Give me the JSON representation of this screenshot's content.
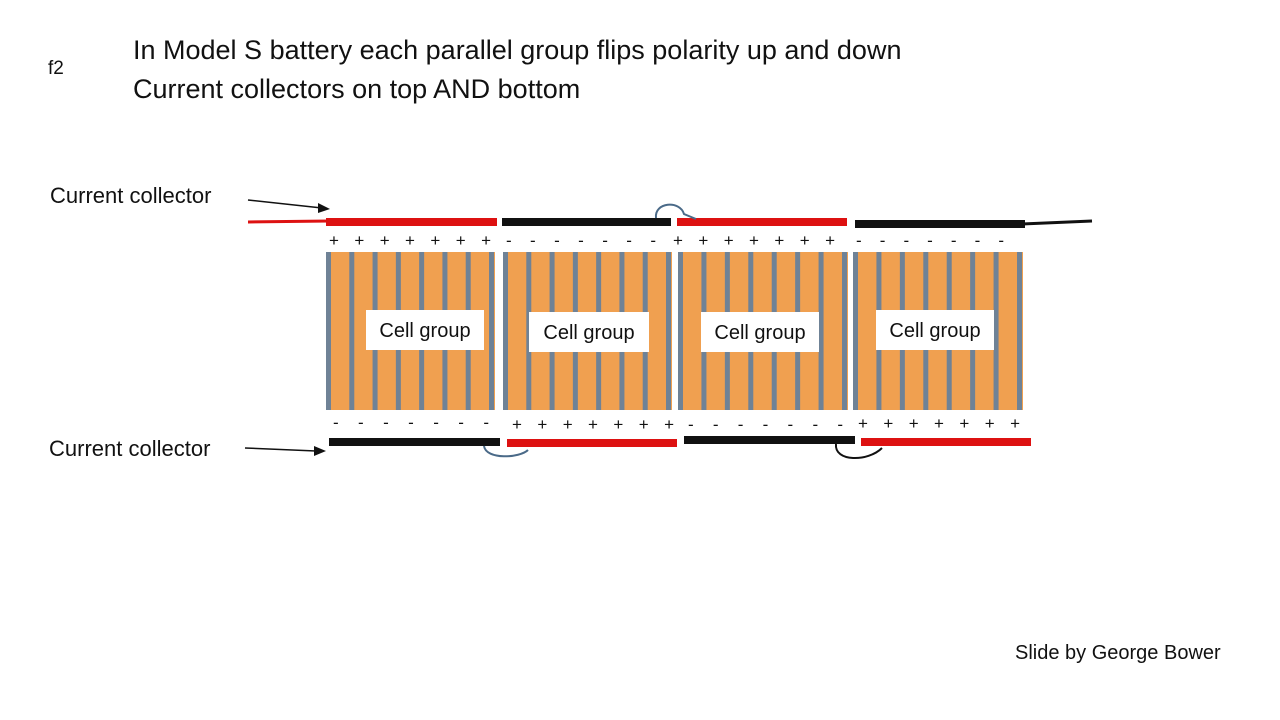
{
  "slide_id": "f2",
  "title": {
    "line1": "In Model S battery each parallel group flips polarity up and down",
    "line2": "Current collectors on top AND bottom"
  },
  "labels": {
    "collector_top": "Current collector",
    "collector_bottom": "Current collector"
  },
  "credit": "Slide by George Bower",
  "colors": {
    "cell_body": "#f0a050",
    "cell_divider": "#6f8296",
    "positive_collector": "#dd1111",
    "negative_collector": "#111111",
    "jumper_blue": "#4a6a88",
    "jumper_black": "#111111"
  },
  "groups": [
    {
      "label": "Cell group",
      "top_polarity": "+ + + + + + +",
      "bottom_polarity": "- - - - - - -"
    },
    {
      "label": "Cell group",
      "top_polarity": "- - - - - - -",
      "bottom_polarity": "+ + + + + + +"
    },
    {
      "label": "Cell group",
      "top_polarity": "+ + + + + + +",
      "bottom_polarity": "- - - - - - -"
    },
    {
      "label": "Cell group",
      "top_polarity": "- - - - - - -",
      "bottom_polarity": "+ + + + + + +"
    }
  ]
}
